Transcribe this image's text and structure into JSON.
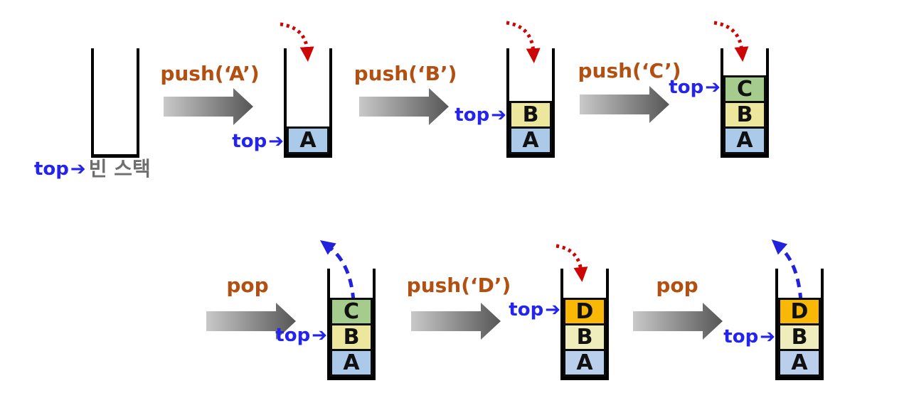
{
  "labels": {
    "top": "top",
    "empty_stack": "빈 스택"
  },
  "icons": {
    "top_arrow": "➔"
  },
  "operations": [
    {
      "label": "push(‘A’)",
      "type": "push"
    },
    {
      "label": "push(‘B’)",
      "type": "push"
    },
    {
      "label": "push(‘C’)",
      "type": "push"
    },
    {
      "label": "pop",
      "type": "pop"
    },
    {
      "label": "push(‘D’)",
      "type": "push"
    },
    {
      "label": "pop",
      "type": "pop"
    }
  ],
  "stacks": [
    {
      "name": "stage-1-empty-stack",
      "cells": [],
      "top_points_to": "빈 스택"
    },
    {
      "name": "stage-2-after-push-A",
      "cells": [
        {
          "label": "A"
        }
      ],
      "top_points_to": "A",
      "incoming_push": true
    },
    {
      "name": "stage-3-after-push-B",
      "cells": [
        {
          "label": "B"
        },
        {
          "label": "A"
        }
      ],
      "top_points_to": "B",
      "incoming_push": true
    },
    {
      "name": "stage-4-after-push-C",
      "cells": [
        {
          "label": "C"
        },
        {
          "label": "B"
        },
        {
          "label": "A"
        }
      ],
      "top_points_to": "C",
      "incoming_push": true
    },
    {
      "name": "stage-5-pop-C",
      "cells": [
        {
          "label": "C"
        },
        {
          "label": "B"
        },
        {
          "label": "A"
        }
      ],
      "top_points_to": "B",
      "outgoing_pop": "C"
    },
    {
      "name": "stage-6-after-push-D",
      "cells": [
        {
          "label": "D"
        },
        {
          "label": "B"
        },
        {
          "label": "A"
        }
      ],
      "top_points_to": "D",
      "incoming_push": true
    },
    {
      "name": "stage-7-pop-D",
      "cells": [
        {
          "label": "D"
        },
        {
          "label": "B"
        },
        {
          "label": "A"
        }
      ],
      "top_points_to": "B",
      "outgoing_pop": "D"
    }
  ],
  "colors": {
    "block_a": "#ABC9E9",
    "block_a_light": "#B9CFEC",
    "block_b": "#ECE79C",
    "block_b_light": "#F0EDBC",
    "block_c": "#A5CC8D",
    "block_d": "#F9B806",
    "block_border": "#0c0c0c",
    "stack_outline": "#000000",
    "op_label": "#B25012",
    "top_label": "#2424EE",
    "push_in_arrow": "#CC0505",
    "pop_out_arrow": "#2222DD",
    "big_arrow_light": "#C9C9C9",
    "big_arrow_dark": "#565656",
    "caption_gray": "#6E6E6E",
    "background": "#FFFFFF"
  }
}
